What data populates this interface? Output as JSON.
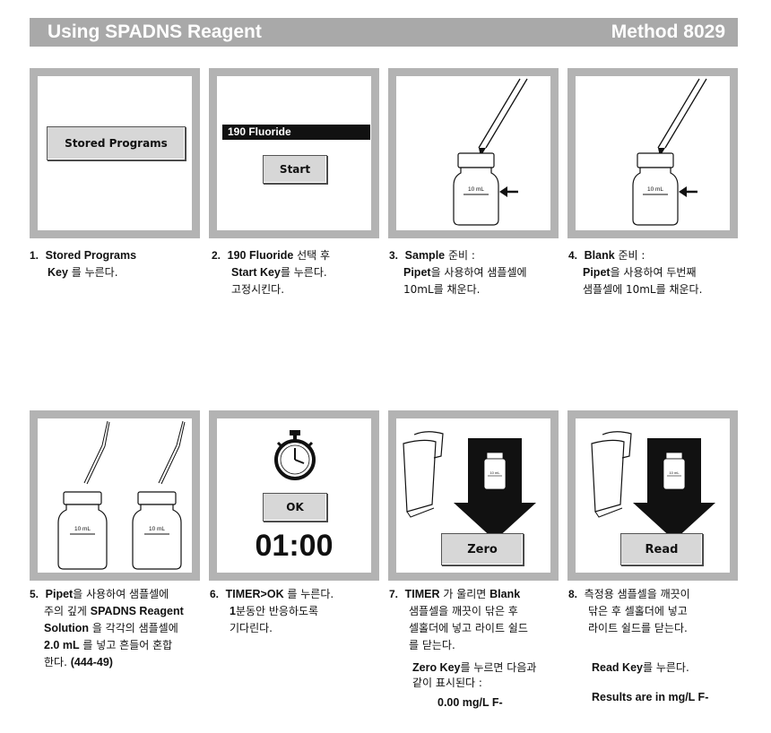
{
  "header": {
    "title": "Using SPADNS Reagent",
    "method": "Method 8029"
  },
  "panels": {
    "p1": {
      "button": "Stored Programs"
    },
    "p2": {
      "program_bar": "190  Fluoride",
      "button": "Start"
    },
    "p3": {
      "vial_label": "10 mL"
    },
    "p4": {
      "vial_label": "10 mL"
    },
    "p5": {
      "vial_label_left": "10 mL",
      "vial_label_right": "10 mL"
    },
    "p6": {
      "button": "OK",
      "timer": "01:00"
    },
    "p7": {
      "button": "Zero",
      "vial_label": "10 mL"
    },
    "p8": {
      "button": "Read",
      "vial_label": "10 mL"
    }
  },
  "steps": {
    "s1": {
      "num": "1.",
      "b1": "Stored Programs",
      "b2": "Key",
      "t2": " 를 누른다."
    },
    "s2": {
      "num": "2.",
      "b1": "190 Fluoride",
      "t1": " 선택 후",
      "b2": "Start Key",
      "t2": "를 누른다.",
      "t3": "고정시킨다."
    },
    "s3": {
      "num": "3.",
      "b1": "Sample",
      "t1": " 준비 :",
      "b2": "Pipet",
      "t2": "을 사용하여 샘플셀에",
      "t3": "10mL를 채운다."
    },
    "s4": {
      "num": "4.",
      "b1": "Blank",
      "t1": " 준비 :",
      "b2": "Pipet",
      "t2": "을 사용하여 두번째",
      "t3": "샘플셀에 10mL를 채운다."
    },
    "s5": {
      "num": "5.",
      "b1": "Pipet",
      "t1": "을 사용하여 샘플셀에",
      "t2a": "주의 깊게 ",
      "b2": "SPADNS Reagent",
      "b3": "Solution",
      "t3": " 을 각각의 샘플셀에",
      "b4": "2.0 mL",
      "t4": " 를 넣고 흔들어 혼합",
      "t5a": "한다. ",
      "b5": "(444-49)"
    },
    "s6": {
      "num": "6.",
      "b1": "TIMER>OK",
      "t1": " 를 누른다.",
      "b2": "1",
      "t2": "분동안 반응하도록",
      "t3": "기다린다."
    },
    "s7": {
      "num": "7.",
      "b1": "TIMER",
      "t1": " 가 울리면 ",
      "b1b": "Blank",
      "t2": "샘플셀을 깨끗이 닦은 후",
      "t3": "셀홀더에 넣고 라이트 쉴드",
      "t4": "를 닫는다.",
      "b5": "Zero Key",
      "t5": "를 누르면 다음과",
      "t6": "같이 표시된다 :",
      "b7": "0.00 mg/L  F-"
    },
    "s8": {
      "num": "8.",
      "t1": "측정용 샘플셀을 깨끗이",
      "t2": "닦은 후 셀홀더에 넣고",
      "t3": "라이트 쉴드를 닫는다.",
      "b4": "Read Key",
      "t4": "를 누른다.",
      "b5": "Results are in mg/L  F-"
    }
  }
}
